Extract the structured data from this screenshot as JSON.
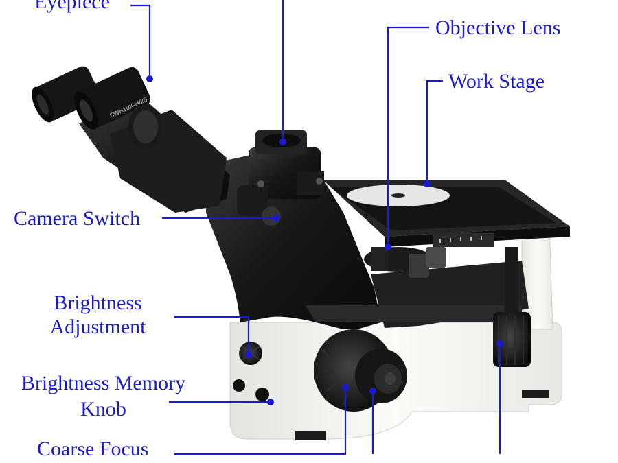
{
  "labels": {
    "eyepiece": "Eyepiece",
    "objective_lens": "Objective Lens",
    "work_stage": "Work Stage",
    "camera_switch": "Camera Switch",
    "brightness_adjustment_1": "Brightness",
    "brightness_adjustment_2": "Adjustment",
    "brightness_memory_1": "Brightness Memory",
    "brightness_memory_2": "Knob",
    "coarse_focus": "Coarse Focus"
  },
  "eyepiece_engraving": "SWH10X-H/25",
  "colors": {
    "label": "#1a1ad6",
    "leader_line": "#1a1ad6",
    "body_white": "#f2f2ee",
    "body_black": "#141414"
  }
}
